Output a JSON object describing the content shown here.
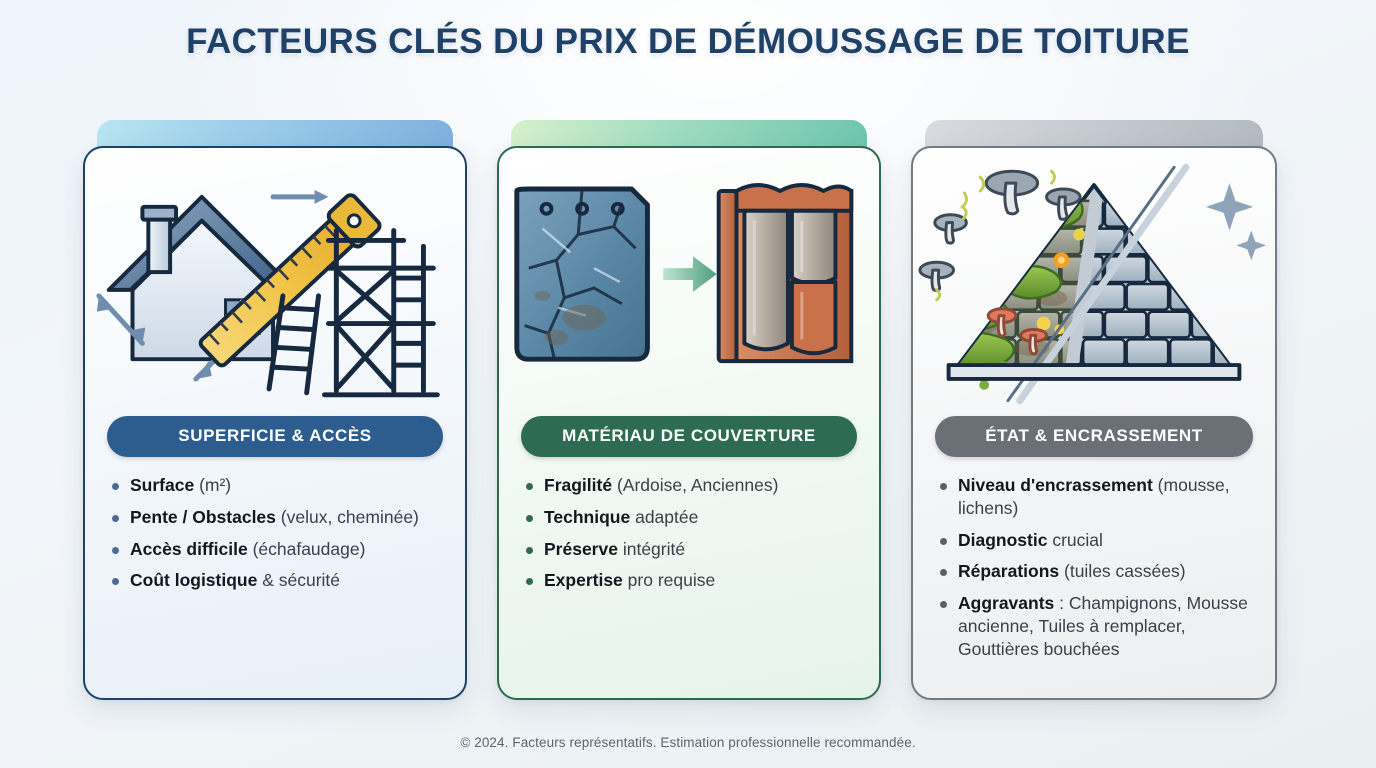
{
  "header": {
    "title": "FACTEURS CLÉS DU PRIX DE DÉMOUSSAGE DE TOITURE"
  },
  "footer": {
    "text": "© 2024. Facteurs représentatifs. Estimation professionnelle recommandée."
  },
  "theme": {
    "title_color": "#1f4168",
    "page_background": "#eef4fb",
    "footer_color": "#5a6671"
  },
  "cards": [
    {
      "id": "superficie-acces",
      "pill_label": "SUPERFICIE & ACCÈS",
      "accent_color": "#2d5d8f",
      "tab_color": "#9fd0ea",
      "border_color": "#1f4168",
      "body_color": "#eaf1f9",
      "bullet_color": "#4a6c92",
      "illustration": "house-measuring-tape-ladder-scaffolding-icon",
      "items": [
        {
          "strong": "Surface",
          "rest": " (m²)"
        },
        {
          "strong": "Pente / Obstacles",
          "rest": " (velux, cheminée)"
        },
        {
          "strong": "Accès difficile",
          "rest": " (échafaudage)"
        },
        {
          "strong": "Coût logistique",
          "rest": " & sécurité"
        }
      ]
    },
    {
      "id": "materiau-couverture",
      "pill_label": "MATÉRIAU DE COUVERTURE",
      "accent_color": "#2d6b55",
      "tab_color": "#9fdcc0",
      "border_color": "#2a6b52",
      "body_color": "#eaf5ee",
      "bullet_color": "#2d6b55",
      "illustration": "slate-tile-arrow-clay-tiles-icon",
      "items": [
        {
          "strong": "Fragilité",
          "rest": " (Ardoise, Anciennes)"
        },
        {
          "strong": "Technique",
          "rest": " adaptée"
        },
        {
          "strong": "Préserve",
          "rest": " intégrité"
        },
        {
          "strong": "Expertise",
          "rest": " pro requise"
        }
      ]
    },
    {
      "id": "etat-encrassement",
      "pill_label": "ÉTAT & ENCRASSEMENT",
      "accent_color": "#6b7076",
      "tab_color": "#c6cbd1",
      "border_color": "#73797f",
      "body_color": "#f0f1f3",
      "bullet_color": "#5b6066",
      "illustration": "mossy-versus-clean-roof-icon",
      "items": [
        {
          "strong": "Niveau d'encrassement",
          "rest": " (mousse, lichens)"
        },
        {
          "strong": "Diagnostic",
          "rest": " crucial"
        },
        {
          "strong": "Réparations",
          "rest": " (tuiles cassées)"
        },
        {
          "strong": "Aggravants",
          "rest": " : Champignons, Mousse ancienne, Tuiles à remplacer, Gouttières bouchées"
        }
      ]
    }
  ]
}
